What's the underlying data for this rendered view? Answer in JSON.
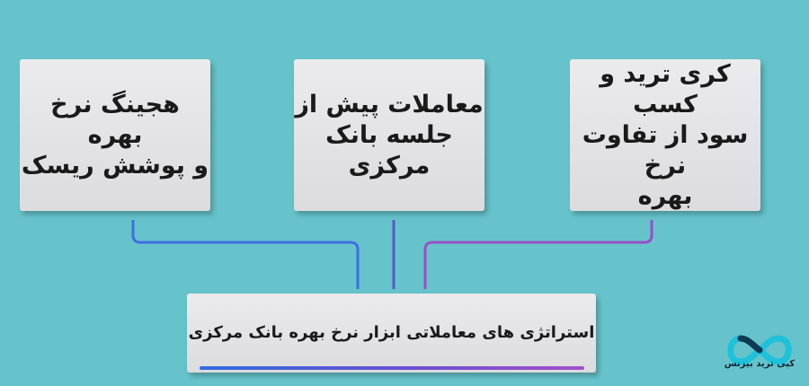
{
  "boxes": {
    "hedging": {
      "line1": "هجینگ نرخ بهره",
      "line2": "و پوشش ریسک"
    },
    "central_bank": {
      "line1": "معاملات پیش از",
      "line2": "جلسه بانک مرکزی"
    },
    "carry_trade": {
      "line1": "کری ترید و کسب",
      "line2": "سود از تفاوت نرخ",
      "line3": "بهره"
    }
  },
  "main": {
    "title": "استراتژی های معاملاتی ابزار نرخ بهره بانک مرکزی"
  },
  "logo": {
    "text": "کپی ترید بیزنس",
    "icon": "infinity-loop-icon"
  },
  "colors": {
    "background": "#66c3cb",
    "connector_left": "#3f6fe0",
    "connector_mid": "#5a58c8",
    "connector_right": "#9a4fc8",
    "logo_teal": "#1ec1d9"
  }
}
